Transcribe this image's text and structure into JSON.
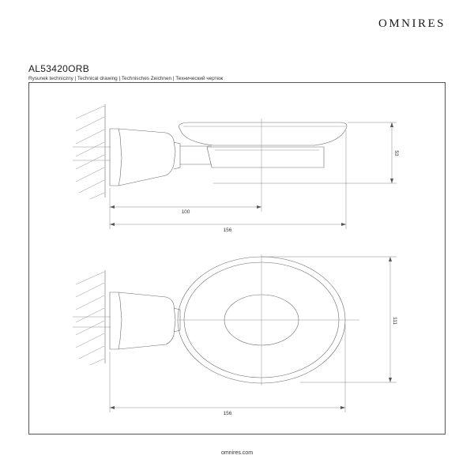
{
  "header": {
    "brand": "OMNIRES",
    "model": "AL53420ORB",
    "subtitle": "Rysunek techniczny | Technical drawing | Technisches Zeichnen | Технический чертеж"
  },
  "drawing": {
    "side_view": {
      "dimensions": {
        "height": "53",
        "arm_length": "100",
        "total_length": "156"
      }
    },
    "top_view": {
      "dimensions": {
        "width": "111",
        "total_length": "156"
      }
    }
  },
  "footer": {
    "url": "omnires.com"
  }
}
